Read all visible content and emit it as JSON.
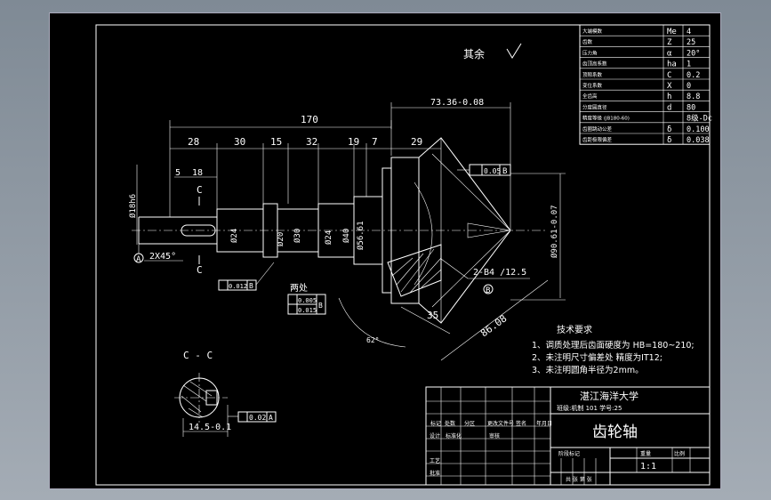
{
  "drawing": {
    "surface_note": "其余",
    "dimensions": {
      "d170": "170",
      "d28": "28",
      "d30": "30",
      "d15": "15",
      "d32": "32",
      "d19": "19",
      "d7": "7",
      "d29": "29",
      "d5": "5",
      "d18": "18",
      "d73": "73.36-0.08",
      "d35": "35",
      "d86": "86.08",
      "chamfer": "2X45°",
      "dia18": "Ø18h6",
      "dia24a": "Ø24",
      "dia20": "Ø20",
      "dia30": "Ø30",
      "dia24b": "Ø24",
      "dia40": "Ø40",
      "dia56": "Ø56.61",
      "dia90": "Ø90.61-0.07",
      "keyway": "14.5-0.1",
      "centre_holes": "2-B4 /12.5"
    },
    "labels": {
      "section_c_top": "C",
      "section_c_bottom": "C",
      "section_title": "C - C",
      "datum_a": "A",
      "datum_b": "B",
      "two_places": "两处",
      "angle": "62°"
    },
    "tolerances": {
      "runout_top": "0.05",
      "runout_top_ref": "B",
      "runout_mid": "0.012",
      "runout_mid_ref": "B",
      "twin_a": "0.005",
      "twin_b": "0.015",
      "twin_ref": "B",
      "sym": "0.02",
      "sym_ref": "A"
    },
    "notes": {
      "title": "技术要求",
      "items": [
        "1、调质处理后齿面硬度为 HB=180~210;",
        "2、未注明尺寸偏差处 精度为IT12;",
        "3、未注明圆角半径为2mm。"
      ]
    },
    "params": [
      {
        "name": "大端模数",
        "sym": "Me",
        "val": "4"
      },
      {
        "name": "齿数",
        "sym": "Z",
        "val": "25"
      },
      {
        "name": "压力角",
        "sym": "α",
        "val": "20°"
      },
      {
        "name": "齿顶高系数",
        "sym": "ha",
        "val": "1"
      },
      {
        "name": "顶隙系数",
        "sym": "C",
        "val": "0.2"
      },
      {
        "name": "变位系数",
        "sym": "X",
        "val": "0"
      },
      {
        "name": "全齿高",
        "sym": "h",
        "val": "8.8"
      },
      {
        "name": "分度圆直径",
        "sym": "d",
        "val": "80"
      },
      {
        "name": "精度等级 (JB180-60)",
        "sym": "",
        "val": "8级-Dc"
      },
      {
        "name": "齿圈跳动公差",
        "sym": "δ",
        "val": "0.100"
      },
      {
        "name": "齿距极限偏差",
        "sym": "δ",
        "val": "0.038"
      }
    ],
    "title_block": {
      "school": "湛江海洋大学",
      "class_info": "班级:机制 101 学号:25",
      "part_name": "齿轮轴",
      "scale": "1:1",
      "row_labels": [
        "标记",
        "处数",
        "分区",
        "更改文件号",
        "签名",
        "年月日"
      ],
      "design": "设计",
      "standard": "标准化",
      "review": "审核",
      "process": "工艺",
      "approve": "批准",
      "stage": "阶段标记",
      "weight": "重量",
      "ratio": "比例",
      "sheets": "共 张 第 张"
    }
  }
}
